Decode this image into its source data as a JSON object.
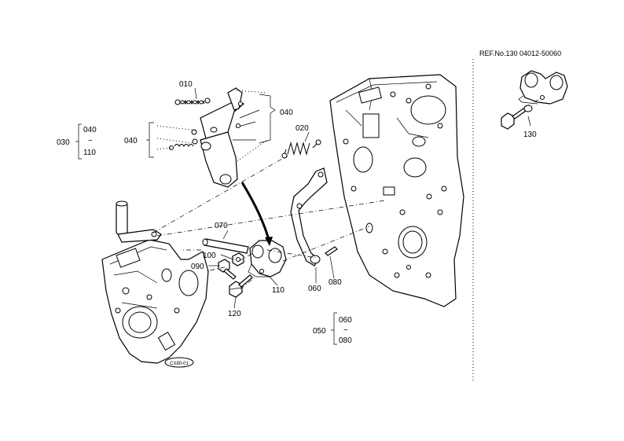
{
  "reference": {
    "text": "REF.No.130 04012-50060"
  },
  "callouts": {
    "c010": "010",
    "c020": "020",
    "c030": "030",
    "c040_top": "040",
    "c040_left": "040",
    "c050": "050",
    "c060": "060",
    "c070": "070",
    "c080": "080",
    "c090": "090",
    "c100": "100",
    "c110": "110",
    "c120": "120",
    "c130": "130"
  },
  "ranges": {
    "r030_from": "040",
    "r030_sep": "~",
    "r030_to": "110",
    "r050_from": "060",
    "r050_sep": "~",
    "r050_to": "080"
  },
  "stamp": {
    "text": "CX80-01"
  }
}
